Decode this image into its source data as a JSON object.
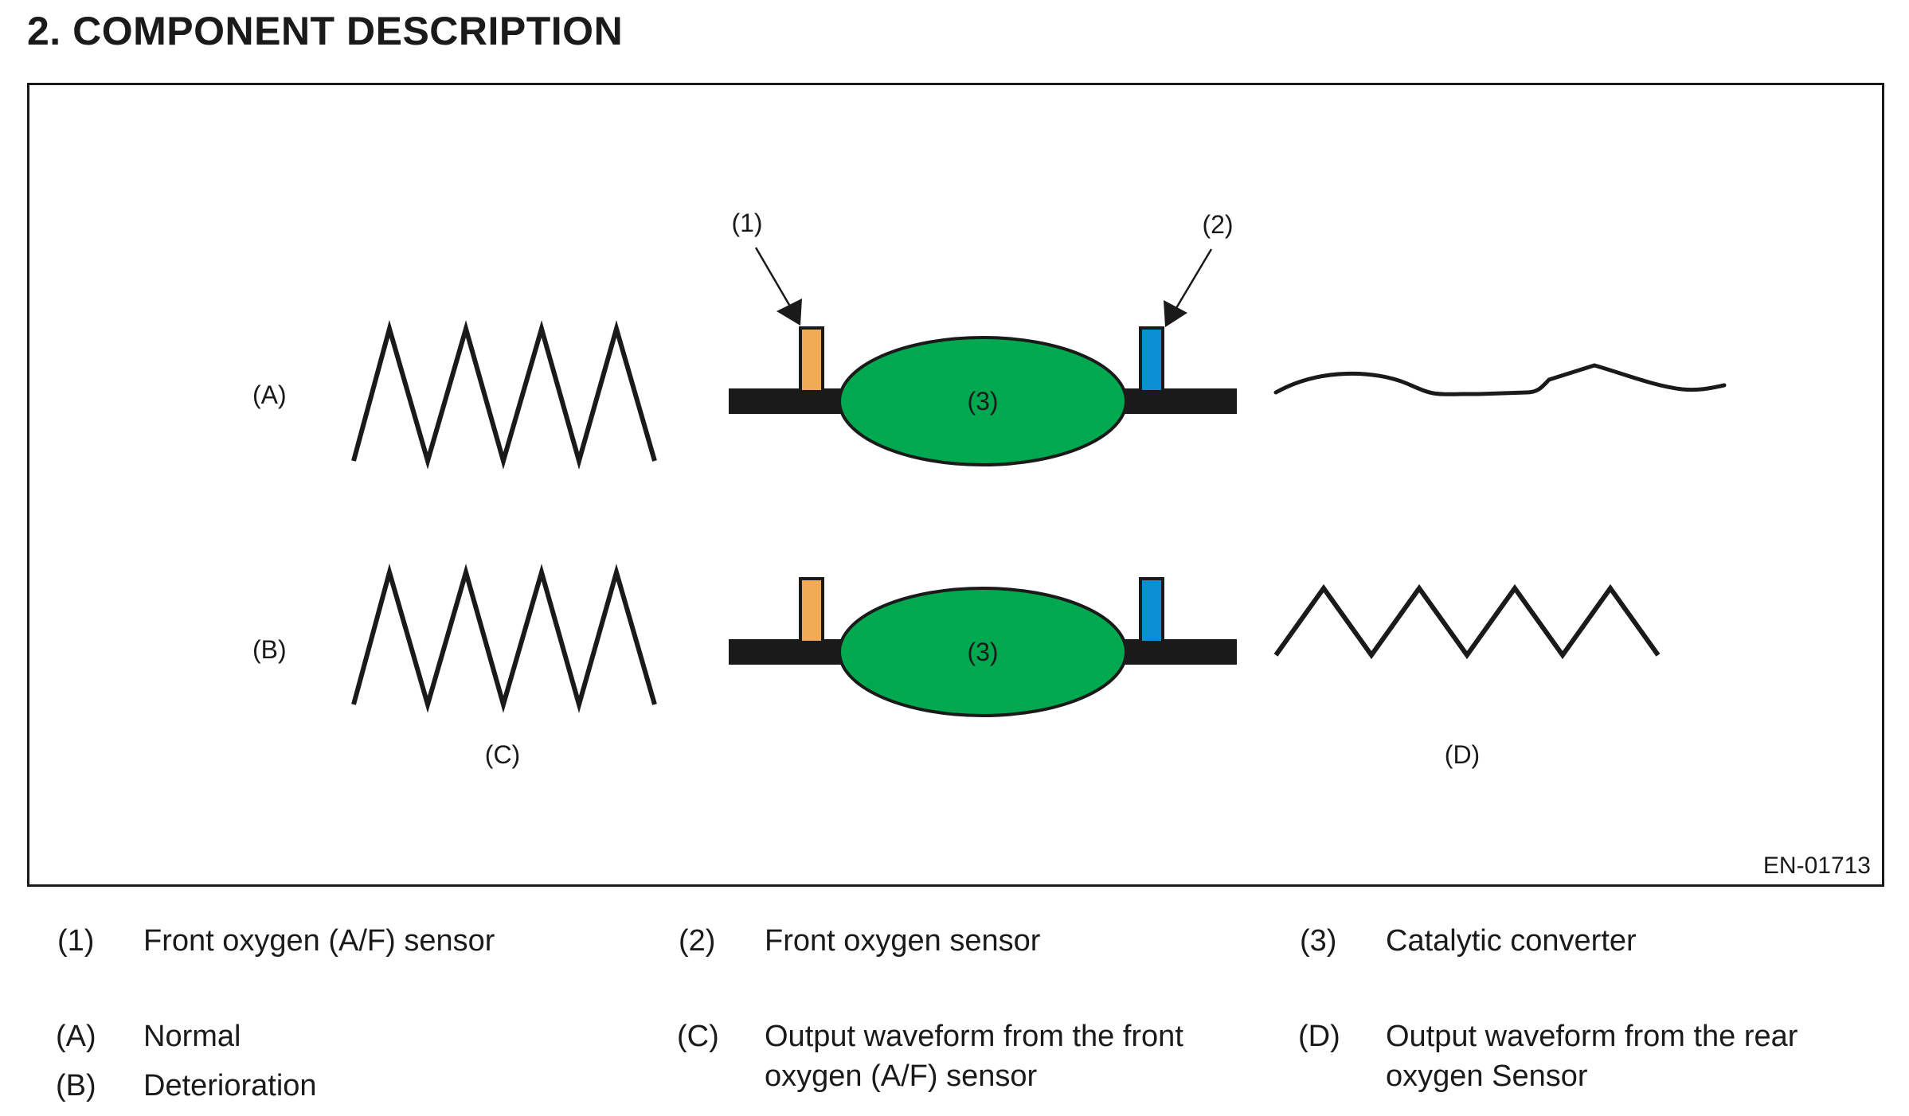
{
  "heading": "2.  COMPONENT DESCRIPTION",
  "figure": {
    "code": "EN-01713",
    "callouts": {
      "front_sensor": "(1)",
      "rear_sensor": "(2)",
      "converter": "(3)"
    },
    "row_labels": {
      "normal": "(A)",
      "deterioration": "(B)"
    },
    "column_labels": {
      "front_waveform": "(C)",
      "rear_waveform": "(D)"
    },
    "colors": {
      "front_sensor": "#f2a958",
      "rear_sensor": "#0a8fd4",
      "converter": "#00a84f",
      "pipe": "#1a1a1a"
    }
  },
  "legend": {
    "row1": [
      {
        "key": "(1)",
        "text": "Front oxygen (A/F) sensor"
      },
      {
        "key": "(2)",
        "text": "Front oxygen sensor"
      },
      {
        "key": "(3)",
        "text": "Catalytic converter"
      }
    ],
    "row2": [
      {
        "key": "(A)",
        "text": "Normal"
      },
      {
        "key": "(C)",
        "text_line1": "Output waveform from the front",
        "text_line2": "oxygen (A/F) sensor"
      },
      {
        "key": "(D)",
        "text_line1": "Output waveform from the rear",
        "text_line2": "oxygen Sensor"
      }
    ],
    "row3": [
      {
        "key": "(B)",
        "text": "Deterioration"
      }
    ]
  }
}
